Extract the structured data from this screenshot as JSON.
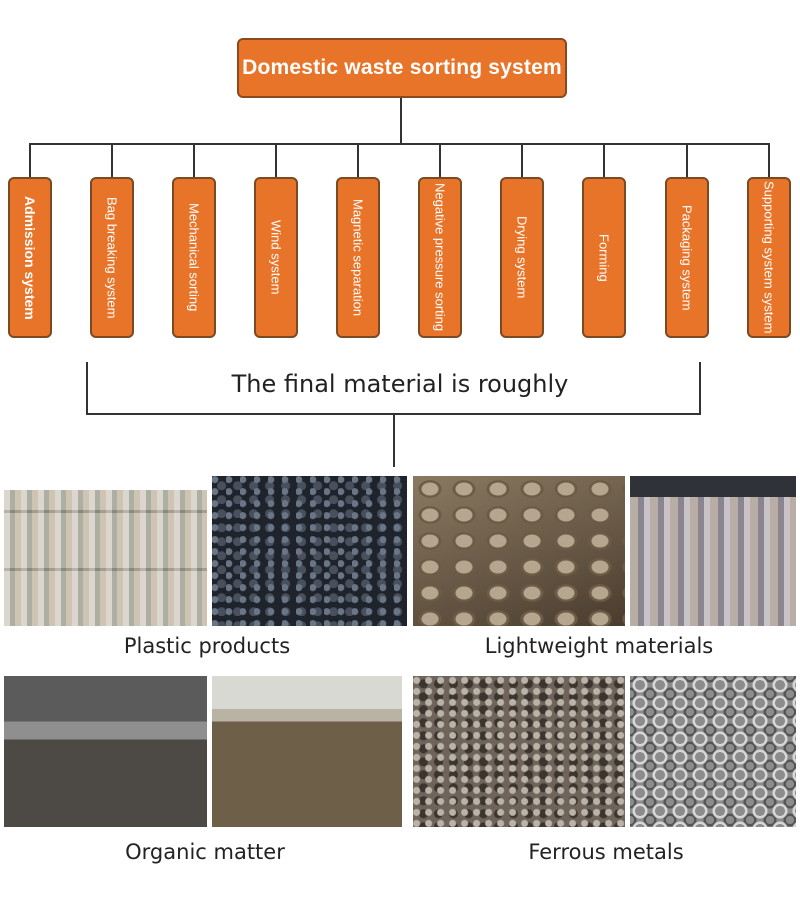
{
  "root": {
    "label": "Domestic waste sorting system"
  },
  "systems": [
    {
      "label": "Admission system"
    },
    {
      "label": "Bag breaking system"
    },
    {
      "label": "Mechanical sorting"
    },
    {
      "label": "Wind system"
    },
    {
      "label": "Magnetic separation"
    },
    {
      "label": "Negative pressure sorting"
    },
    {
      "label": "Drying system"
    },
    {
      "label": "Forming"
    },
    {
      "label": "Packaging system"
    },
    {
      "label": "Supporting system system"
    }
  ],
  "final": {
    "label": "The final material is roughly"
  },
  "products": [
    {
      "caption": "Plastic products"
    },
    {
      "caption": "Lightweight materials"
    },
    {
      "caption": "Organic matter"
    },
    {
      "caption": "Ferrous metals"
    }
  ]
}
